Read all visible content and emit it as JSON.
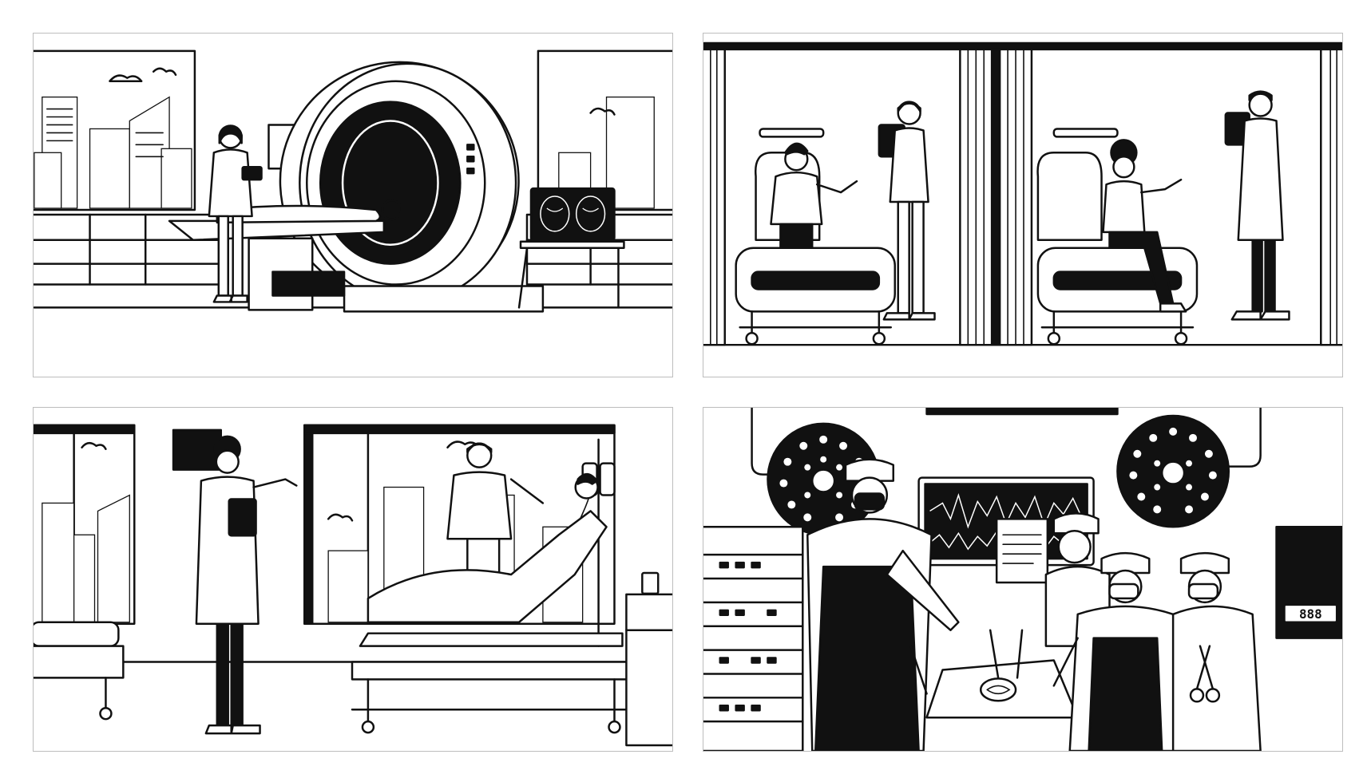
{
  "panels": [
    {
      "scene": "mri-scan-room"
    },
    {
      "scene": "hospital-ward-consultations"
    },
    {
      "scene": "patient-bedside-iv-drip"
    },
    {
      "scene": "operating-room-surgery"
    }
  ],
  "monitor_display": "888",
  "palette": {
    "ink": "#111111",
    "paper": "#ffffff",
    "frame": "#bdbdbd"
  }
}
